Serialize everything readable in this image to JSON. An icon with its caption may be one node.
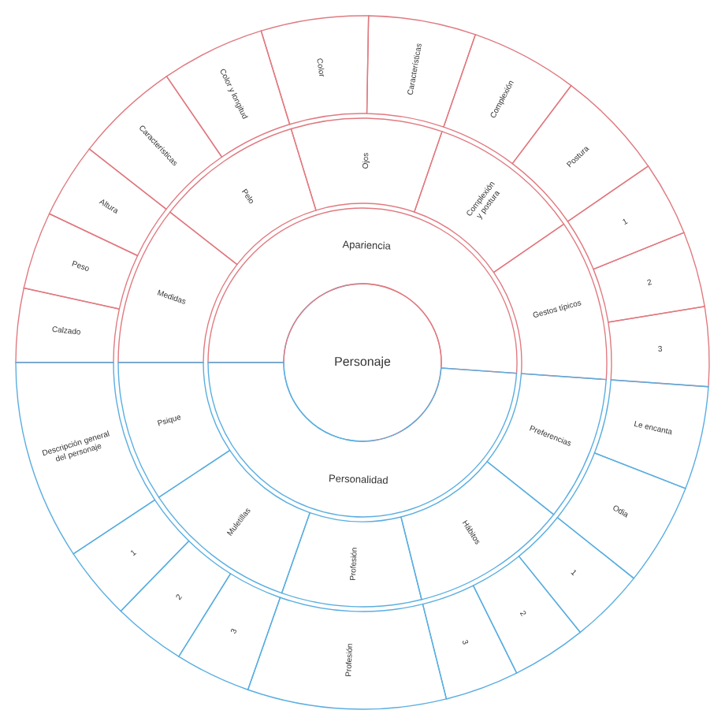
{
  "diagram": {
    "nodes": [
      {
        "text": [
          "Personaje"
        ]
      },
      {
        "text": [
          "Apariencia"
        ]
      },
      {
        "text": [
          "Personalidad"
        ]
      },
      {
        "text": [
          "Medidas"
        ]
      },
      {
        "text": [
          "Pelo"
        ]
      },
      {
        "text": [
          "Ojos"
        ]
      },
      {
        "text": [
          "Complexión y postura"
        ]
      },
      {
        "text": [
          "Gestos típicos"
        ]
      },
      {
        "text": [
          "Psique"
        ]
      },
      {
        "text": [
          "Muletillas"
        ]
      },
      {
        "text": [
          "Profesión"
        ]
      },
      {
        "text": [
          "Hábitos"
        ]
      },
      {
        "text": [
          "Preferencias"
        ]
      },
      {
        "text": [
          "Calzado"
        ]
      },
      {
        "text": [
          "Peso"
        ]
      },
      {
        "text": [
          "Altura"
        ]
      },
      {
        "text": [
          "Características"
        ]
      },
      {
        "text": [
          "Color y longitud"
        ]
      },
      {
        "text": [
          "Color"
        ]
      },
      {
        "text": [
          "Características"
        ]
      },
      {
        "text": [
          "Complexión"
        ]
      },
      {
        "text": [
          "Postura"
        ]
      },
      {
        "text": [
          "1"
        ]
      },
      {
        "text": [
          "2"
        ]
      },
      {
        "text": [
          "3"
        ]
      },
      {
        "text": [
          "Descripción general del personaje"
        ]
      },
      {
        "text": [
          "1"
        ]
      },
      {
        "text": [
          "2"
        ]
      },
      {
        "text": [
          "3"
        ]
      },
      {
        "text": [
          "Profesión"
        ]
      },
      {
        "text": [
          "3"
        ]
      },
      {
        "text": [
          "2"
        ]
      },
      {
        "text": [
          "1"
        ]
      },
      {
        "text": [
          "Odia"
        ]
      },
      {
        "text": [
          "Le encanta"
        ]
      }
    ]
  }
}
